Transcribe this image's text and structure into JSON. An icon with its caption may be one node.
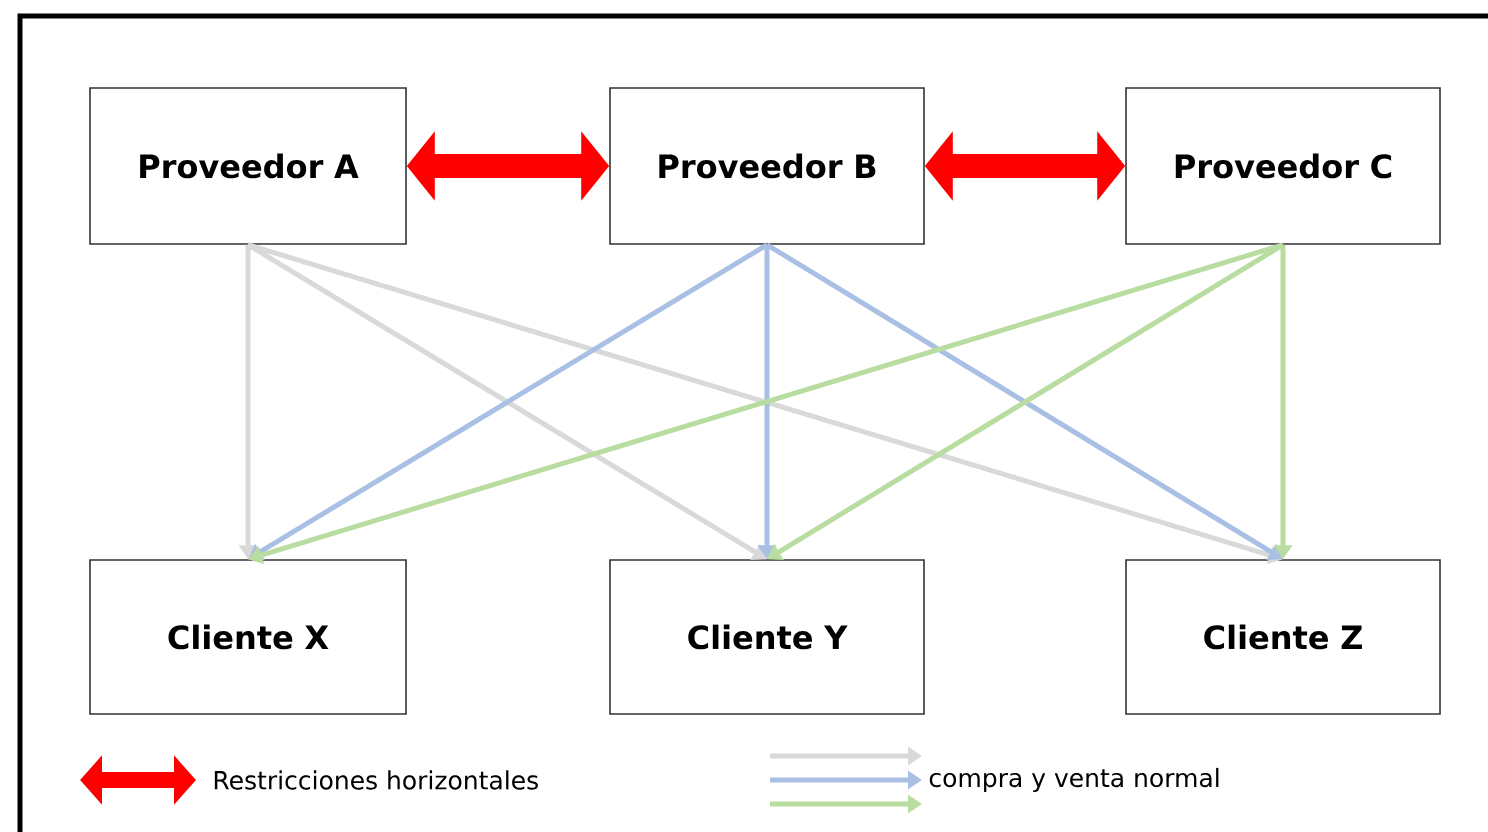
{
  "diagram": {
    "nodes": [
      {
        "text": [
          "Proveedor A"
        ]
      },
      {
        "text": [
          "Proveedor B"
        ]
      },
      {
        "text": [
          "Proveedor C"
        ]
      },
      {
        "text": [
          "Cliente X"
        ]
      },
      {
        "text": [
          "Cliente Y"
        ]
      },
      {
        "text": [
          "Cliente Z"
        ]
      }
    ],
    "edges": [
      {
        "from": 0,
        "to": 1,
        "arrow": "both",
        "style": "thick",
        "color": "#ff0000"
      },
      {
        "from": 1,
        "to": 2,
        "arrow": "both",
        "style": "thick",
        "color": "#ff0000"
      },
      {
        "from": 0,
        "to": 3,
        "arrow": "to",
        "color": "#d9d9d9"
      },
      {
        "from": 0,
        "to": 4,
        "arrow": "to",
        "color": "#d9d9d9"
      },
      {
        "from": 0,
        "to": 5,
        "arrow": "to",
        "color": "#d9d9d9"
      },
      {
        "from": 1,
        "to": 3,
        "arrow": "to",
        "color": "#a9c0e4"
      },
      {
        "from": 1,
        "to": 4,
        "arrow": "to",
        "color": "#a9c0e4"
      },
      {
        "from": 1,
        "to": 5,
        "arrow": "to",
        "color": "#a9c0e4"
      },
      {
        "from": 2,
        "to": 3,
        "arrow": "to",
        "color": "#b9dca0"
      },
      {
        "from": 2,
        "to": 4,
        "arrow": "to",
        "color": "#b9dca0"
      },
      {
        "from": 2,
        "to": 5,
        "arrow": "to",
        "color": "#b9dca0"
      }
    ],
    "legend": [
      {
        "text": "Restricciones horizontales"
      },
      {
        "text": "compra y venta normal"
      }
    ]
  }
}
